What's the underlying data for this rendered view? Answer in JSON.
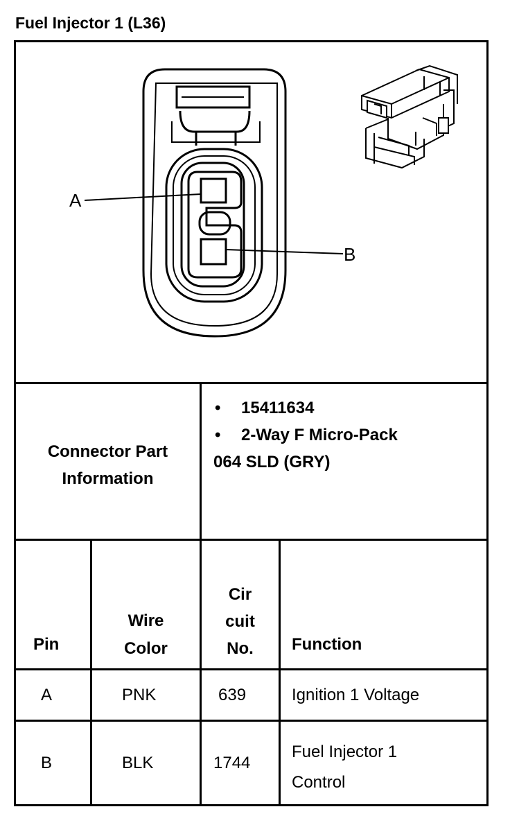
{
  "title": "Fuel Injector 1 (L36)",
  "diagram": {
    "pin_labels": [
      "A",
      "B"
    ]
  },
  "part_info": {
    "header": "Connector Part Information",
    "items": [
      "15411634",
      "2-Way F Micro-Pack"
    ],
    "extra": "064 SLD (GRY)"
  },
  "table": {
    "headers": {
      "pin": "Pin",
      "wire_line1": "Wire",
      "wire_line2": "Color",
      "cir_line1": "Cir",
      "cir_line2": "cuit",
      "cir_line3": "No.",
      "function": "Function"
    },
    "rows": [
      {
        "pin": "A",
        "wire": "PNK",
        "circuit": "639",
        "function_line1": "Ignition 1 Voltage",
        "function_line2": ""
      },
      {
        "pin": "B",
        "wire": "BLK",
        "circuit": "1744",
        "function_line1": "Fuel Injector 1",
        "function_line2": "Control"
      }
    ]
  }
}
